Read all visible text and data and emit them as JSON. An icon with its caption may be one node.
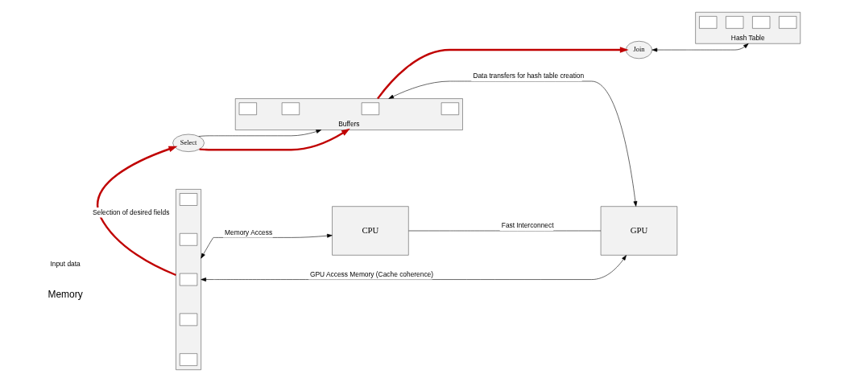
{
  "diagram": {
    "nodes": [
      {
        "text": [],
        "shape": "box",
        "beside": [
          "Input data",
          "Memory"
        ]
      },
      {
        "text": [
          "CPU"
        ]
      },
      {
        "text": [
          "Select"
        ]
      },
      {
        "text": [
          "GPU"
        ]
      },
      {
        "text": [
          "Join"
        ]
      },
      {
        "text": [
          "Buffers"
        ]
      },
      {
        "text": [
          "Hash Table"
        ]
      },
      {
        "text": [],
        "shape": "box",
        "in": 0
      },
      {
        "text": [],
        "shape": "box",
        "in": 0
      },
      {
        "text": [],
        "shape": "box",
        "in": 0
      },
      {
        "text": [],
        "shape": "box",
        "in": 0
      },
      {
        "text": [],
        "shape": "box",
        "in": 0
      },
      {
        "text": [],
        "shape": "box",
        "in": 5
      },
      {
        "text": [],
        "shape": "box",
        "in": 5
      },
      {
        "text": [],
        "shape": "box",
        "in": 5
      },
      {
        "text": [],
        "shape": "box",
        "in": 5
      },
      {
        "text": [],
        "shape": "box",
        "in": 6
      },
      {
        "text": [],
        "shape": "box",
        "in": 6
      },
      {
        "text": [],
        "shape": "box",
        "in": 6
      },
      {
        "text": [],
        "shape": "box",
        "in": 6
      }
    ],
    "edges": [
      {
        "from": 3,
        "to": 0,
        "arrow": "both",
        "label": "GPU Access Memory (Cache coherence)"
      },
      {
        "from": 0,
        "to": 1,
        "arrow": "both",
        "label": "Memory Access"
      },
      {
        "from": 1,
        "to": 3,
        "arrow": "none",
        "label": "Fast Interconnect"
      },
      {
        "from": 0,
        "to": 2,
        "arrow": "to",
        "label": "Selection of desired fields",
        "style": "thick",
        "color": "#c00000"
      },
      {
        "from": 2,
        "to": 5,
        "arrow": "to",
        "style": "thick",
        "color": "#c00000"
      },
      {
        "from": 2,
        "to": 5,
        "arrow": "to"
      },
      {
        "from": 5,
        "to": 3,
        "arrow": "both",
        "label": "Data transfers for hash table creation"
      },
      {
        "from": 5,
        "to": 4,
        "arrow": "to",
        "style": "thick",
        "color": "#c00000"
      },
      {
        "from": 4,
        "to": 6,
        "arrow": "both"
      }
    ]
  }
}
